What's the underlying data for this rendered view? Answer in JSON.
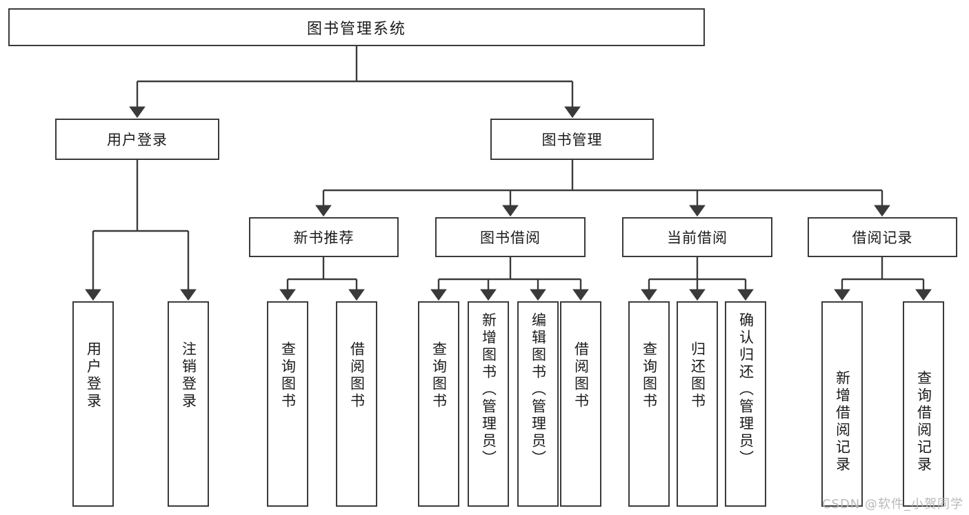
{
  "diagram": {
    "title_node": {
      "label": "图书管理系统"
    },
    "level2": [
      {
        "label": "用户登录"
      },
      {
        "label": "图书管理"
      }
    ],
    "level3": [
      {
        "label": "新书推荐"
      },
      {
        "label": "图书借阅"
      },
      {
        "label": "当前借阅"
      },
      {
        "label": "借阅记录"
      }
    ],
    "leaves": {
      "user_login": [
        {
          "label": "用户登录"
        },
        {
          "label": "注销登录"
        }
      ],
      "new_book_recommend": [
        {
          "label": "查询图书"
        },
        {
          "label": "借阅图书"
        }
      ],
      "book_borrow": [
        {
          "label": "查询图书"
        },
        {
          "label": "新增图书（管理员）"
        },
        {
          "label": "编辑图书（管理员）"
        },
        {
          "label": "借阅图书"
        }
      ],
      "current_borrow": [
        {
          "label": "查询图书"
        },
        {
          "label": "归还图书"
        },
        {
          "label": "确认归还（管理员）"
        }
      ],
      "borrow_record": [
        {
          "label": "新增借阅记录"
        },
        {
          "label": "查询借阅记录"
        }
      ]
    },
    "watermark": {
      "text": "CSDN @软件_小贺同学"
    },
    "colors": {
      "border": "#3a3a3a",
      "text": "#1b1b1b",
      "background": "#ffffff",
      "watermark": "#b9b9b9"
    }
  }
}
